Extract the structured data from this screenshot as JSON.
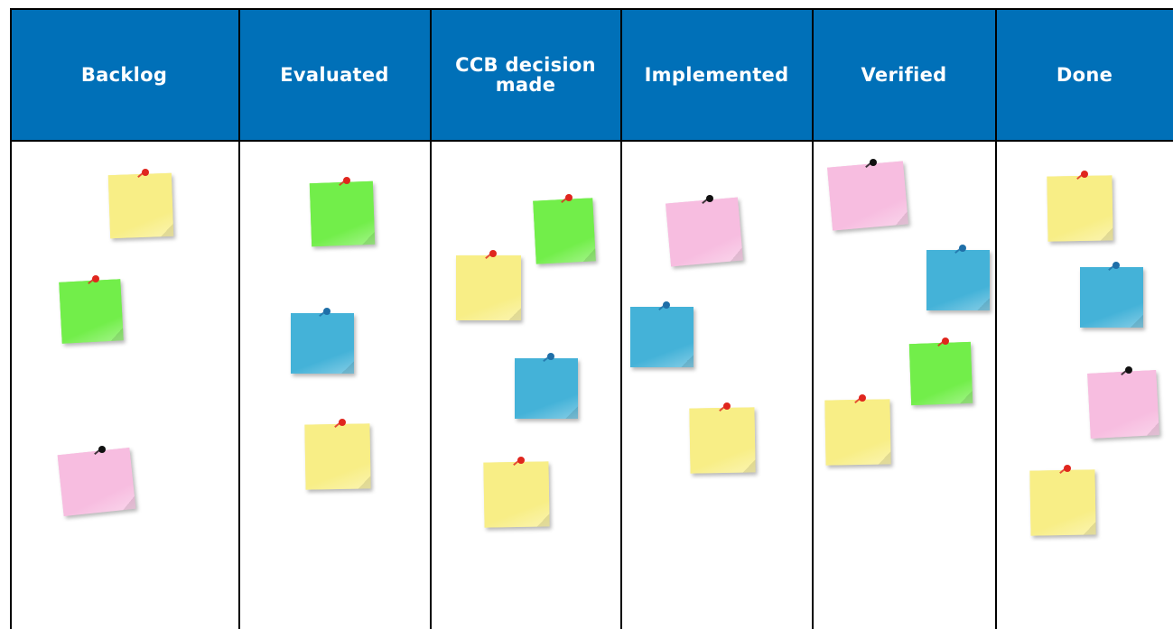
{
  "columns": [
    {
      "label": "Backlog"
    },
    {
      "label": "Evaluated"
    },
    {
      "label": "CCB decision made"
    },
    {
      "label": "Implemented"
    },
    {
      "label": "Verified"
    },
    {
      "label": "Done"
    }
  ],
  "colors": {
    "header": "#0070b8",
    "yellow": "#f8ee86",
    "green": "#72ee4a",
    "blue": "#44b2d8",
    "pink": "#f7bde0",
    "pin_red": "#e0261e",
    "pin_blue": "#1f6fa8",
    "pin_black": "#111111"
  },
  "notes": [
    {
      "column": "Backlog",
      "color": "yellow"
    },
    {
      "column": "Backlog",
      "color": "green"
    },
    {
      "column": "Backlog",
      "color": "pink"
    },
    {
      "column": "Evaluated",
      "color": "green"
    },
    {
      "column": "Evaluated",
      "color": "blue"
    },
    {
      "column": "Evaluated",
      "color": "yellow"
    },
    {
      "column": "CCB decision made",
      "color": "green"
    },
    {
      "column": "CCB decision made",
      "color": "yellow"
    },
    {
      "column": "CCB decision made",
      "color": "blue"
    },
    {
      "column": "CCB decision made",
      "color": "yellow"
    },
    {
      "column": "Implemented",
      "color": "pink"
    },
    {
      "column": "Implemented",
      "color": "blue"
    },
    {
      "column": "Implemented",
      "color": "yellow"
    },
    {
      "column": "Verified",
      "color": "pink"
    },
    {
      "column": "Verified",
      "color": "blue"
    },
    {
      "column": "Verified",
      "color": "green"
    },
    {
      "column": "Verified",
      "color": "yellow"
    },
    {
      "column": "Done",
      "color": "yellow"
    },
    {
      "column": "Done",
      "color": "blue"
    },
    {
      "column": "Done",
      "color": "pink"
    },
    {
      "column": "Done",
      "color": "yellow"
    }
  ]
}
